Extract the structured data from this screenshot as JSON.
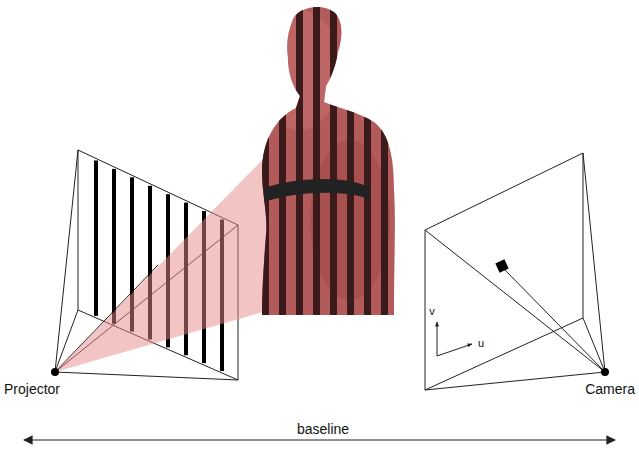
{
  "diagram": {
    "labels": [
      "Projector",
      "Camera",
      "baseline",
      "v",
      "u"
    ]
  }
}
